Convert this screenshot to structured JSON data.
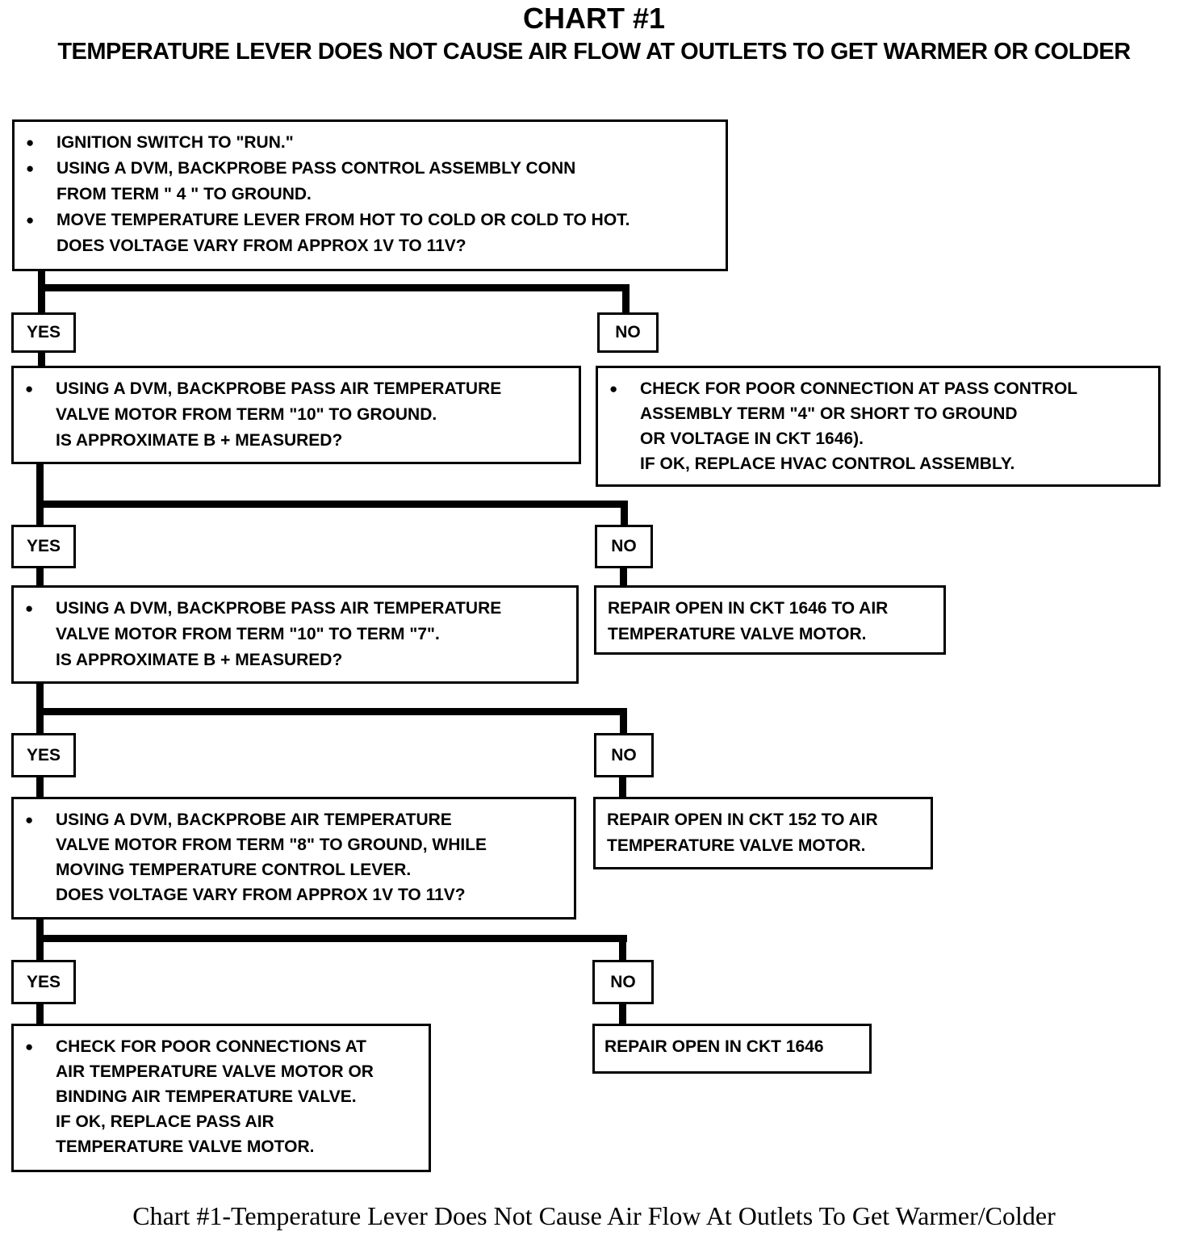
{
  "title": "CHART #1",
  "subtitle": "TEMPERATURE  LEVER DOES NOT CAUSE AIR FLOW AT OUTLETS TO GET WARMER OR COLDER",
  "caption": "Chart #1-Temperature Lever Does Not Cause Air Flow At Outlets To Get Warmer/Colder",
  "labels": {
    "yes": "YES",
    "no": "NO"
  },
  "step1": {
    "b1": "IGNITION SWITCH TO \"RUN.\"",
    "b2": "USING A DVM, BACKPROBE PASS CONTROL ASSEMBLY CONN",
    "b2c": "FROM TERM \" 4 \" TO GROUND.",
    "b3": "MOVE TEMPERATURE LEVER FROM HOT TO COLD OR COLD TO HOT.",
    "b3c": "DOES VOLTAGE VARY FROM APPROX 1V TO 11V?"
  },
  "step2": {
    "b1": "USING A DVM, BACKPROBE PASS AIR TEMPERATURE",
    "b1c": "VALVE MOTOR FROM TERM \"10\" TO GROUND.",
    "b1d": "IS APPROXIMATE B + MEASURED?"
  },
  "no1": {
    "b1": "CHECK FOR POOR CONNECTION AT PASS CONTROL",
    "b1c": "ASSEMBLY TERM \"4\" OR SHORT TO GROUND",
    "b1d": "OR VOLTAGE IN CKT 1646).",
    "b1e": "IF OK, REPLACE HVAC CONTROL ASSEMBLY."
  },
  "step3": {
    "b1": "USING A DVM, BACKPROBE PASS AIR TEMPERATURE",
    "b1c": "VALVE MOTOR FROM TERM \"10\" TO TERM \"7\".",
    "b1d": "IS APPROXIMATE B + MEASURED?"
  },
  "no2": {
    "l1": "REPAIR OPEN IN CKT 1646 TO AIR",
    "l2": "TEMPERATURE VALVE MOTOR."
  },
  "step4": {
    "b1": "USING A DVM, BACKPROBE AIR TEMPERATURE",
    "b1c": "VALVE MOTOR FROM TERM \"8\" TO GROUND, WHILE",
    "b1d": "MOVING TEMPERATURE CONTROL LEVER.",
    "b1e": "DOES VOLTAGE VARY FROM APPROX 1V TO 11V?"
  },
  "no3": {
    "l1": "REPAIR OPEN IN CKT 152 TO AIR",
    "l2": "TEMPERATURE VALVE MOTOR."
  },
  "step5": {
    "b1": "CHECK FOR POOR CONNECTIONS AT",
    "b1c": "AIR TEMPERATURE VALVE MOTOR OR",
    "b1d": "BINDING AIR TEMPERATURE VALVE.",
    "b1e": "IF OK, REPLACE PASS AIR",
    "b1f": "TEMPERATURE VALVE MOTOR."
  },
  "no4": {
    "l1": "REPAIR OPEN IN CKT 1646"
  }
}
